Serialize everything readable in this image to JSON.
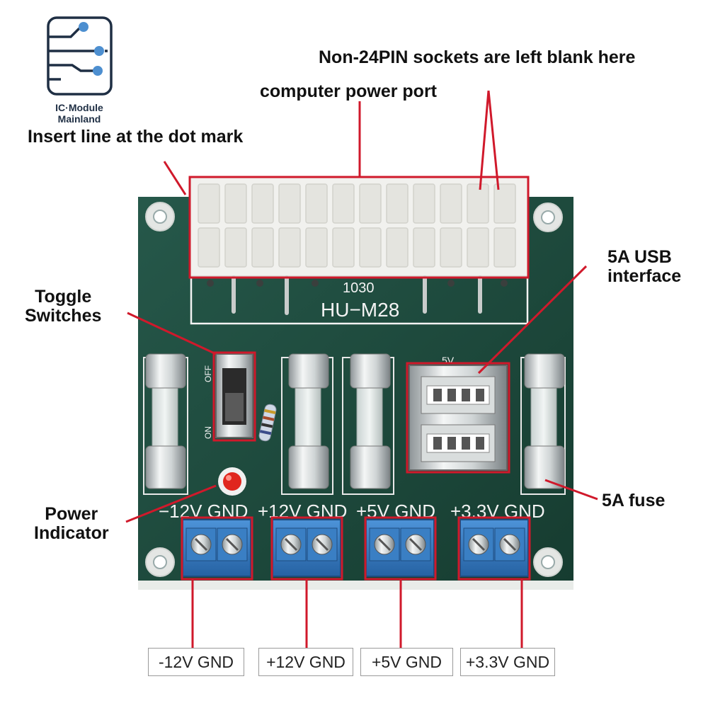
{
  "logo": {
    "line1": "IC·Module",
    "line2": "Mainland"
  },
  "annotations": {
    "non24pin": "Non-24PIN sockets are left blank here",
    "power_port": "computer power port",
    "insert_line": "Insert line at the dot mark",
    "usb_line1": "5A USB",
    "usb_line2": "interface",
    "toggle_line1": "Toggle",
    "toggle_line2": "Switches",
    "fuse": "5A fuse",
    "power_line1": "Power",
    "power_line2": "Indicator"
  },
  "board": {
    "code": "1030",
    "model": "HU−M28",
    "switch_off": "OFF",
    "switch_on": "ON",
    "usb_mark": "5V",
    "rail_labels": [
      "−12V GND",
      "+12V GND",
      "+5V GND",
      "+3.3V GND"
    ]
  },
  "outputs": [
    "-12V GND",
    "+12V GND",
    "+5V GND",
    "+3.3V GND"
  ],
  "colors": {
    "pcb": "#1d4a3b",
    "callout": "#d0192b",
    "terminal": "#2f77c0"
  }
}
